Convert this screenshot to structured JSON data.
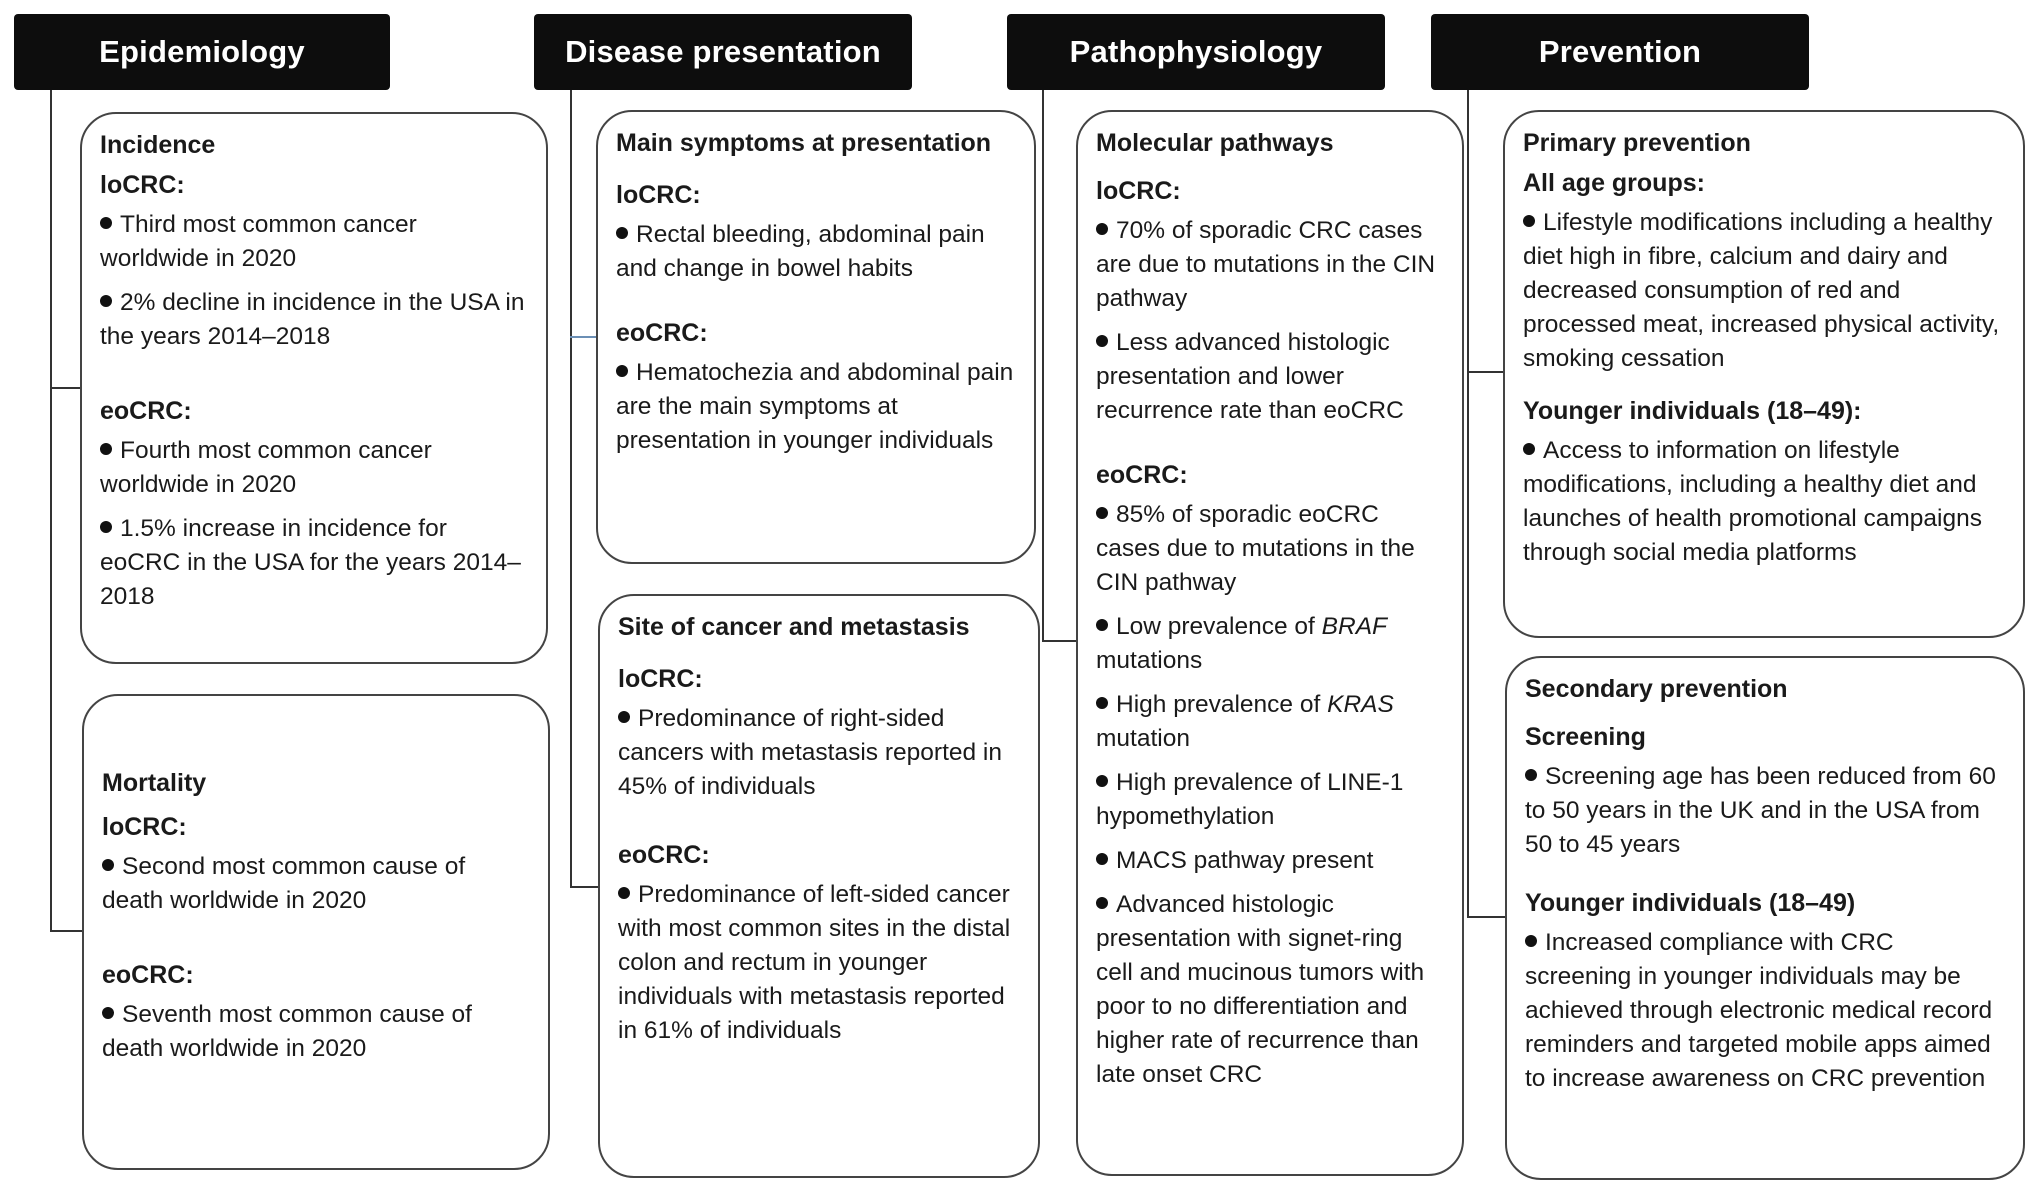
{
  "headers": {
    "epidemiology": "Epidemiology",
    "disease_presentation": "Disease presentation",
    "pathophysiology": "Pathophysiology",
    "prevention": "Prevention"
  },
  "epidemiology": {
    "incidence": {
      "title": "Incidence",
      "locrc_label": "loCRC:",
      "locrc_items": [
        "Third most common cancer worldwide in 2020",
        "2% decline in incidence in the USA in the years 2014–2018"
      ],
      "eocrc_label": "eoCRC:",
      "eocrc_items": [
        "Fourth most common cancer worldwide in 2020",
        "1.5% increase in incidence for eoCRC in the USA for the years 2014–2018"
      ]
    },
    "mortality": {
      "title": "Mortality",
      "locrc_label": "loCRC:",
      "locrc_items": [
        "Second most common cause of death worldwide in 2020"
      ],
      "eocrc_label": "eoCRC:",
      "eocrc_items": [
        "Seventh most common cause of death worldwide in 2020"
      ]
    }
  },
  "disease_presentation": {
    "symptoms": {
      "title": "Main symptoms at presentation",
      "locrc_label": "loCRC:",
      "locrc_items": [
        "Rectal bleeding, abdominal pain and change in bowel habits"
      ],
      "eocrc_label": "eoCRC:",
      "eocrc_items": [
        "Hematochezia and abdominal pain are the main symptoms at presentation in younger individuals"
      ]
    },
    "site": {
      "title": "Site of cancer and metastasis",
      "locrc_label": "loCRC:",
      "locrc_items": [
        "Predominance of right-sided cancers with metastasis reported in 45% of individuals"
      ],
      "eocrc_label": "eoCRC:",
      "eocrc_items": [
        "Predominance of left-sided cancer with most common sites in the distal colon and rectum in younger individuals with metastasis reported in 61% of individuals"
      ]
    }
  },
  "pathophysiology": {
    "molecular": {
      "title": "Molecular pathways",
      "locrc_label": "loCRC:",
      "locrc_items": [
        "70% of sporadic CRC cases are due to mutations in the CIN pathway",
        "Less advanced histologic presentation and lower recurrence rate than eoCRC"
      ],
      "eocrc_label": "eoCRC:",
      "eocrc_item_1": "85% of sporadic eoCRC cases due to mutations in the CIN pathway",
      "braf_pre": "Low prevalence of ",
      "braf_gene": "BRAF",
      "braf_post": " mutations",
      "kras_pre": "High prevalence of ",
      "kras_gene": "KRAS",
      "kras_post": " mutation",
      "eocrc_item_4": "High prevalence of LINE-1 hypomethylation",
      "eocrc_item_5": "MACS pathway present",
      "eocrc_item_6": "Advanced histologic presentation with signet-ring cell and mucinous tumors with poor to no differentiation and higher rate of recurrence than late onset CRC"
    }
  },
  "prevention": {
    "primary": {
      "title": "Primary prevention",
      "all_label": "All age groups:",
      "all_items": [
        "Lifestyle modifications including a healthy diet high in fibre, calcium and dairy and decreased consumption of red and processed meat, increased physical activity, smoking cessation"
      ],
      "young_label": "Younger individuals (18–49):",
      "young_items": [
        "Access to information on lifestyle modifications, including a healthy diet and launches of health promotional campaigns through social media platforms"
      ]
    },
    "secondary": {
      "title": "Secondary prevention",
      "screening_label": "Screening",
      "screening_items": [
        "Screening age has been reduced from 60 to 50 years in the UK and in the USA from 50 to 45 years"
      ],
      "young_label": "Younger individuals (18–49)",
      "young_items": [
        "Increased compliance with CRC screening in younger individuals may be achieved through electronic medical record reminders and targeted mobile apps aimed to increase awareness on CRC prevention"
      ]
    }
  }
}
